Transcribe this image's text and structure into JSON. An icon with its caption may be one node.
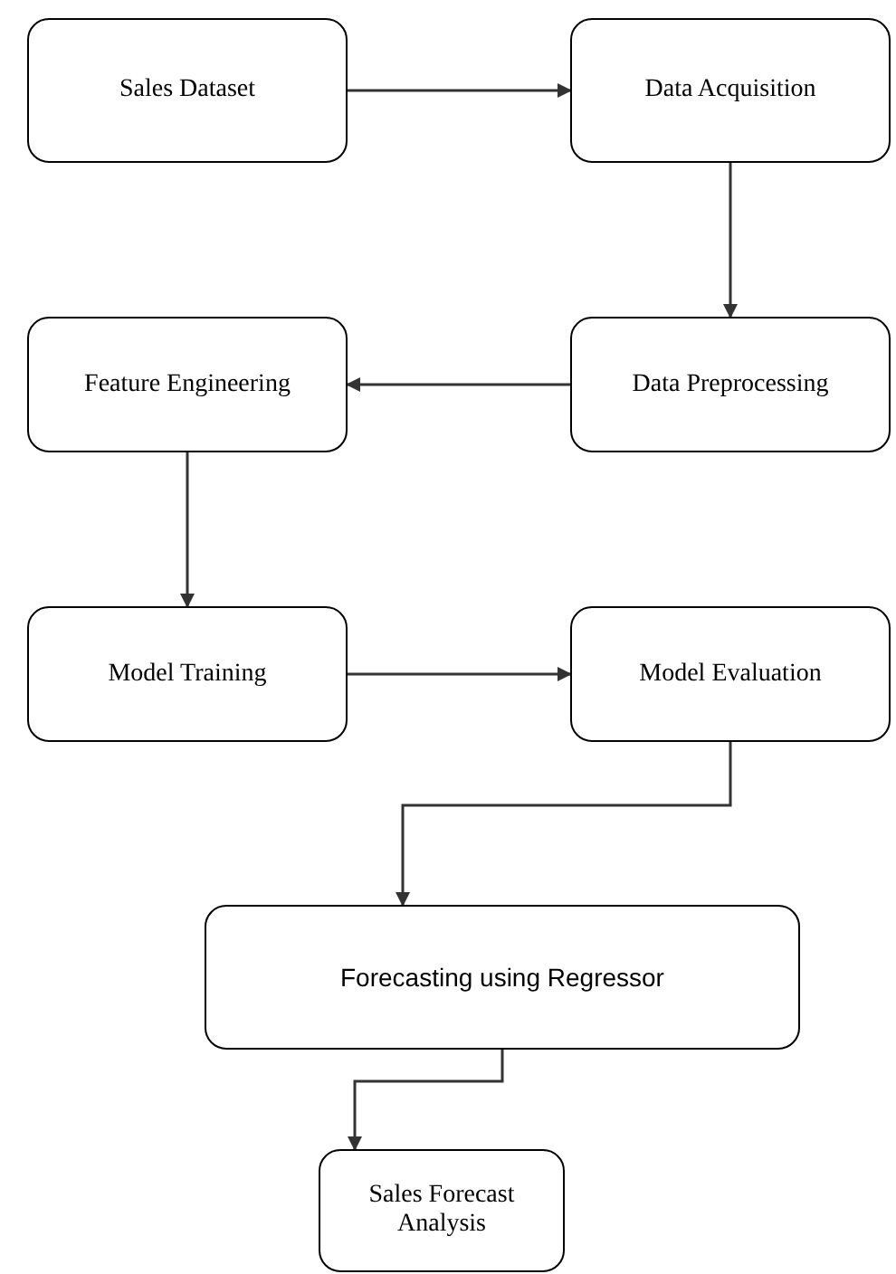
{
  "diagram": {
    "nodes": [
      {
        "text": [
          "Sales Dataset"
        ]
      },
      {
        "text": [
          "Data Acquisition"
        ]
      },
      {
        "text": [
          "Feature Engineering"
        ]
      },
      {
        "text": [
          "Data Preprocessing"
        ]
      },
      {
        "text": [
          "Model Training"
        ]
      },
      {
        "text": [
          "Model Evaluation"
        ]
      },
      {
        "text": [
          "Forecasting using Regressor"
        ]
      },
      {
        "text": [
          "Sales Forecast Analysis"
        ]
      }
    ],
    "edges": [
      {
        "from": 0,
        "to": 1,
        "arrow": "to"
      },
      {
        "from": 1,
        "to": 3,
        "arrow": "to"
      },
      {
        "from": 3,
        "to": 2,
        "arrow": "to"
      },
      {
        "from": 2,
        "to": 4,
        "arrow": "to"
      },
      {
        "from": 4,
        "to": 5,
        "arrow": "to"
      },
      {
        "from": 5,
        "to": 6,
        "arrow": "to"
      },
      {
        "from": 6,
        "to": 7,
        "arrow": "to"
      }
    ]
  }
}
